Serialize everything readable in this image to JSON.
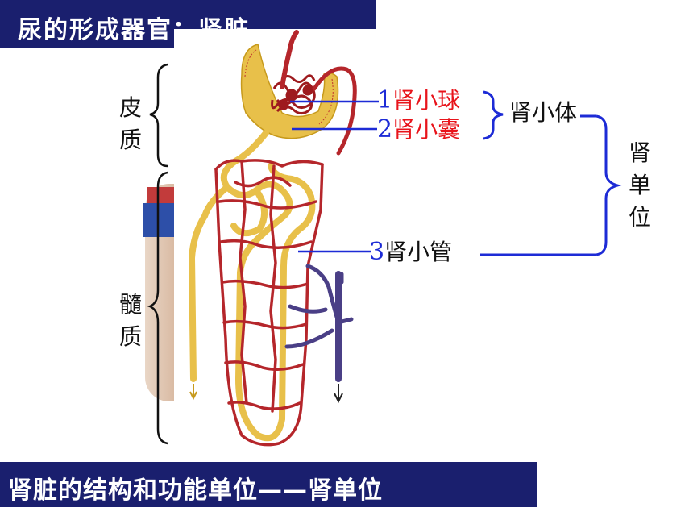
{
  "title": "尿的形成器官：肾脏",
  "footer": "肾脏的结构和功能单位——肾单位",
  "regions": {
    "cortex": "皮质",
    "medulla": "髓质"
  },
  "parts": [
    {
      "number": "1",
      "label": "肾小球"
    },
    {
      "number": "2",
      "label": "肾小囊"
    },
    {
      "number": "3",
      "label": "肾小管"
    }
  ],
  "groups": {
    "renal_corpuscle": "肾小体",
    "nephron": "肾单位"
  },
  "colors": {
    "banner": "#1a1f6e",
    "label_red": "#e8141b",
    "bracket_blue": "#1d2bd6",
    "artery": "#b5262b",
    "tubule": "#e8c04a",
    "vein": "#4a3f86"
  }
}
